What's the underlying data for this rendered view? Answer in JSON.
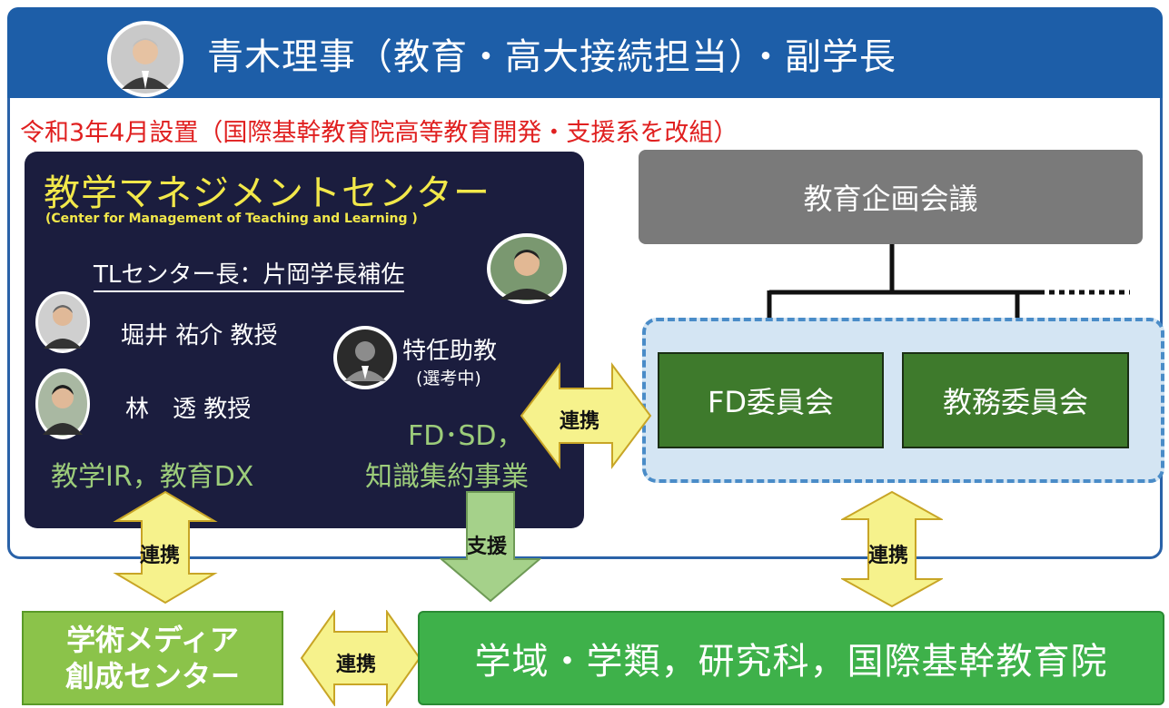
{
  "header": {
    "title": "青木理事（教育・高大接続担当）・副学長"
  },
  "subtitle": "令和3年4月設置（国際基幹教育院高等教育開発・支援系を改組）",
  "center": {
    "name": "教学マネジメントセンター",
    "english": "(Center for Management of Teaching and Learning )",
    "head_role": "TLセンター長：片岡学長補佐",
    "members": [
      {
        "name": "堀井 祐介 教授"
      },
      {
        "name": "林　透 教授"
      },
      {
        "name": "特任助教",
        "note": "(選考中)"
      }
    ],
    "focus_left": "教学IR，教育DX",
    "focus_right_1": "FD･SD，",
    "focus_right_2": "知識集約事業"
  },
  "meeting": {
    "label": "教育企画会議"
  },
  "committees": [
    "FD委員会",
    "教務委員会"
  ],
  "labels": {
    "renkei": "連携",
    "shien": "支援"
  },
  "media_center": {
    "line1": "学術メディア",
    "line2": "創成センター"
  },
  "faculty": {
    "label": "学域・学類，研究科，国際基幹教育院"
  },
  "colors": {
    "header_blue": "#1d5ea8",
    "center_navy": "#1b1d3e",
    "accent_yellow": "#f2e84a",
    "arrow_yellow": "#f6f28c",
    "committee_green": "#3e7a2c",
    "support_green": "#a5d18a",
    "faculty_green": "#3eb14a",
    "media_green": "#8bc34a",
    "red_text": "#e02020"
  }
}
